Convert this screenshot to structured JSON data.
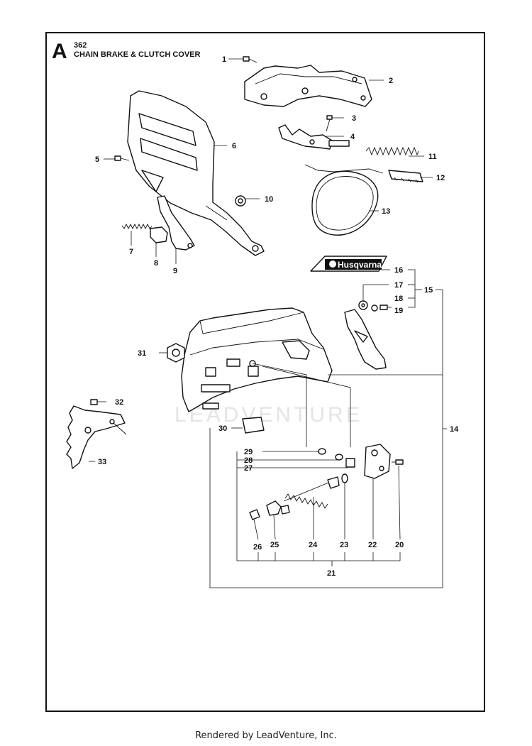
{
  "header": {
    "section_letter": "A",
    "model_number": "362",
    "title": "CHAIN BRAKE & CLUTCH COVER"
  },
  "brand": {
    "decal_text": "Husqvarna"
  },
  "watermark": {
    "text": "LEADVENTURE"
  },
  "footer": {
    "text": "Rendered by LeadVenture, Inc."
  },
  "callouts": [
    "1",
    "2",
    "3",
    "4",
    "5",
    "6",
    "7",
    "8",
    "9",
    "10",
    "11",
    "12",
    "13",
    "14",
    "15",
    "16",
    "17",
    "18",
    "19",
    "20",
    "21",
    "22",
    "23",
    "24",
    "25",
    "26",
    "27",
    "28",
    "29",
    "30",
    "31",
    "32",
    "33"
  ]
}
